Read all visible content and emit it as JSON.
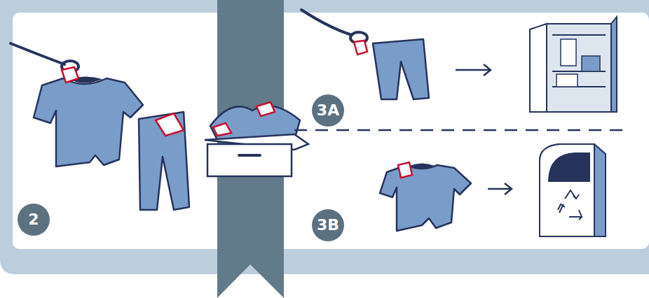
{
  "diagram": {
    "labels": [
      "2",
      "3A",
      "3B"
    ]
  }
}
